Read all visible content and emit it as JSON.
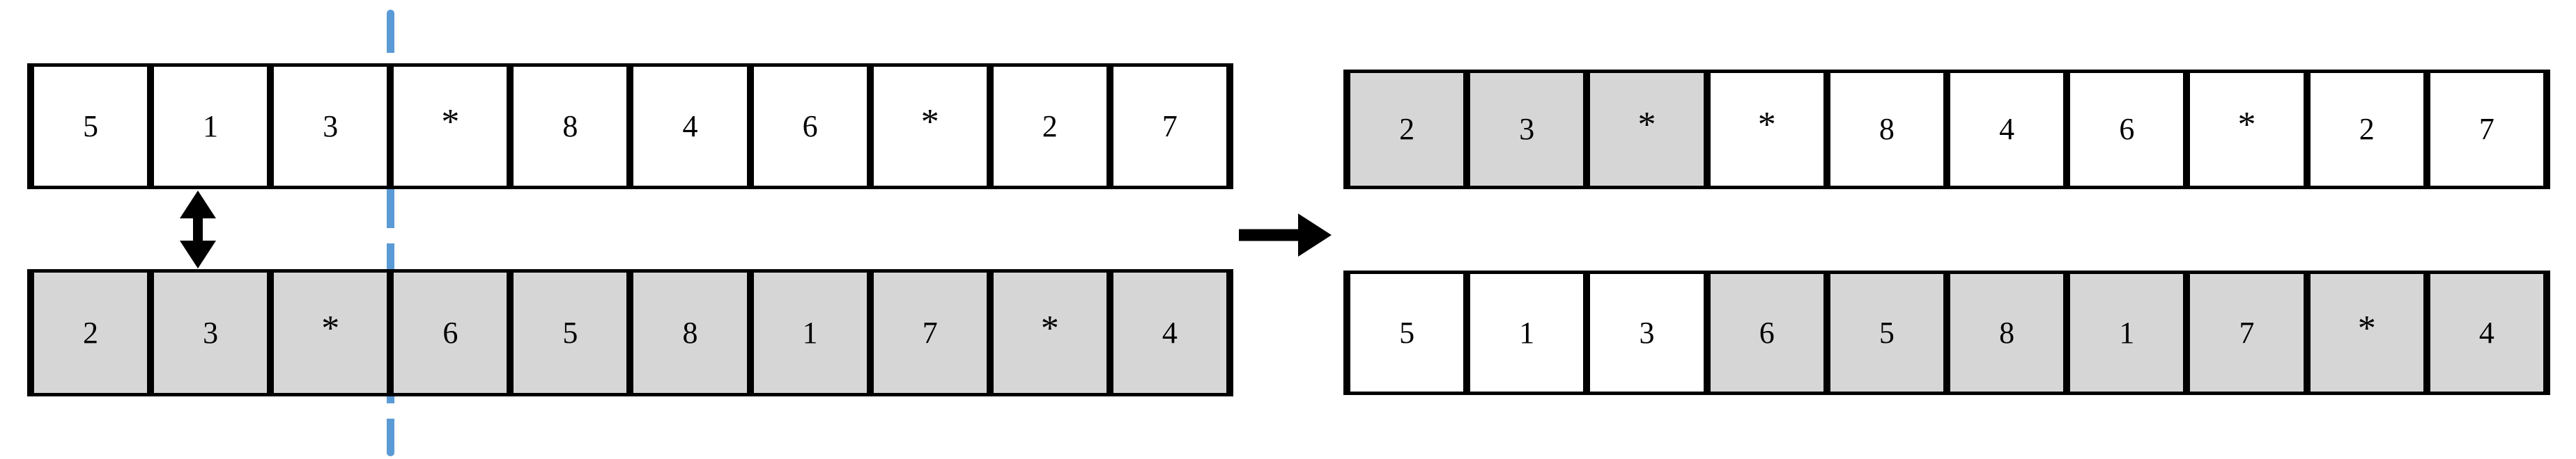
{
  "figure": {
    "title": "Array partition swap diagram",
    "colors": {
      "shaded_cell": "#d6d6d6",
      "plain_cell": "#ffffff",
      "outline": "#000000",
      "split_marker": "#5b9bd5"
    }
  },
  "arrays": {
    "left_top": {
      "label": "left-top-array",
      "cells": [
        {
          "value": "5",
          "shaded": false
        },
        {
          "value": "1",
          "shaded": false
        },
        {
          "value": "3",
          "shaded": false
        },
        {
          "value": "*",
          "shaded": false
        },
        {
          "value": "8",
          "shaded": false
        },
        {
          "value": "4",
          "shaded": false
        },
        {
          "value": "6",
          "shaded": false
        },
        {
          "value": "*",
          "shaded": false
        },
        {
          "value": "2",
          "shaded": false
        },
        {
          "value": "7",
          "shaded": false
        }
      ]
    },
    "left_bottom": {
      "label": "left-bottom-array",
      "cells": [
        {
          "value": "2",
          "shaded": true
        },
        {
          "value": "3",
          "shaded": true
        },
        {
          "value": "*",
          "shaded": true
        },
        {
          "value": "6",
          "shaded": true
        },
        {
          "value": "5",
          "shaded": true
        },
        {
          "value": "8",
          "shaded": true
        },
        {
          "value": "1",
          "shaded": true
        },
        {
          "value": "7",
          "shaded": true
        },
        {
          "value": "*",
          "shaded": true
        },
        {
          "value": "4",
          "shaded": true
        }
      ]
    },
    "right_top": {
      "label": "right-top-array",
      "cells": [
        {
          "value": "2",
          "shaded": true
        },
        {
          "value": "3",
          "shaded": true
        },
        {
          "value": "*",
          "shaded": true
        },
        {
          "value": "*",
          "shaded": false
        },
        {
          "value": "8",
          "shaded": false
        },
        {
          "value": "4",
          "shaded": false
        },
        {
          "value": "6",
          "shaded": false
        },
        {
          "value": "*",
          "shaded": false
        },
        {
          "value": "2",
          "shaded": false
        },
        {
          "value": "7",
          "shaded": false
        }
      ]
    },
    "right_bottom": {
      "label": "right-bottom-array",
      "cells": [
        {
          "value": "5",
          "shaded": false
        },
        {
          "value": "1",
          "shaded": false
        },
        {
          "value": "3",
          "shaded": false
        },
        {
          "value": "6",
          "shaded": true
        },
        {
          "value": "5",
          "shaded": true
        },
        {
          "value": "8",
          "shaded": true
        },
        {
          "value": "1",
          "shaded": true
        },
        {
          "value": "7",
          "shaded": true
        },
        {
          "value": "*",
          "shaded": true
        },
        {
          "value": "4",
          "shaded": true
        }
      ]
    }
  },
  "markers": {
    "split_line": {
      "name": "split-dashed-line",
      "after_cell_index": 3
    },
    "swap_arrow": {
      "name": "vertical-swap-arrow",
      "direction": "both"
    },
    "transform_arrow": {
      "name": "transform-right-arrow",
      "direction": "right"
    }
  }
}
